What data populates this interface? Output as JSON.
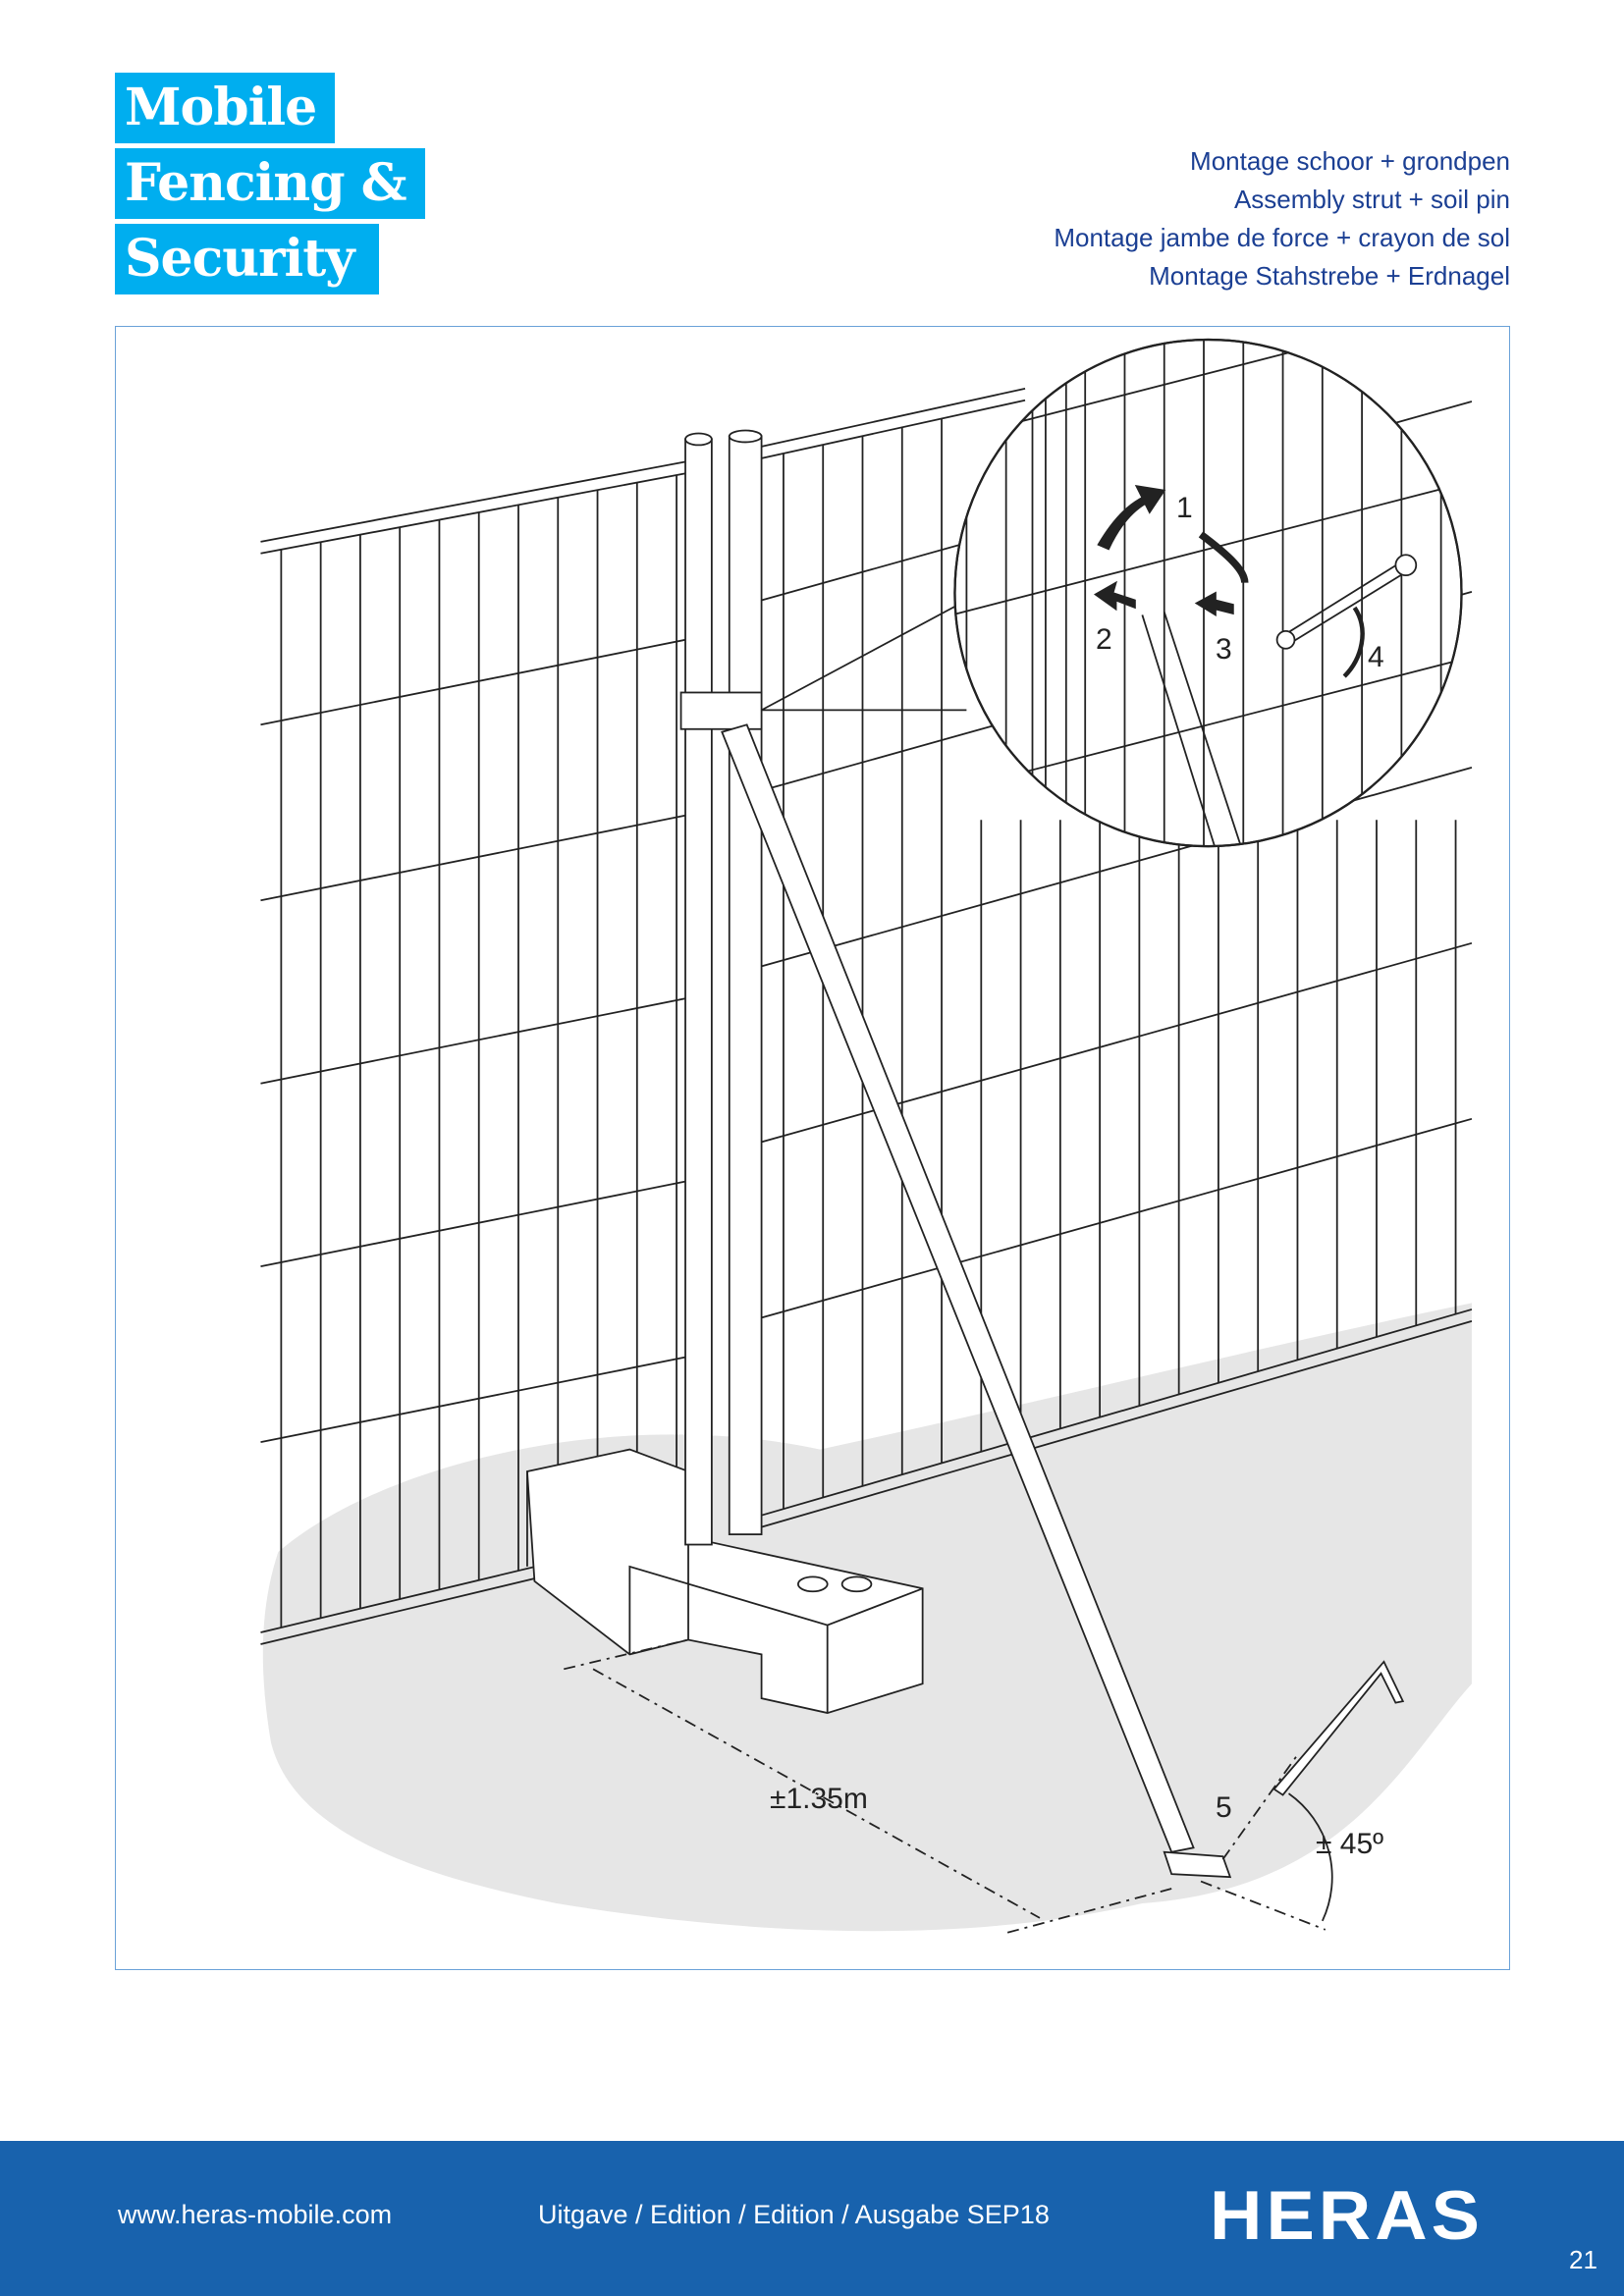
{
  "title": {
    "line1": "Mobile",
    "line2": "Fencing &",
    "line3": "Security"
  },
  "subtitle": [
    "Montage schoor + grondpen",
    "Assembly strut + soil pin",
    "Montage jambe de force + crayon de sol",
    "Montage Stahstrebe + Erdnagel"
  ],
  "illustration": {
    "steps": [
      "1",
      "2",
      "3",
      "4",
      "5"
    ],
    "distance_label": "±1.35m",
    "angle_label": "± 45º"
  },
  "footer": {
    "website": "www.heras-mobile.com",
    "edition": "Uitgave / Edition / Edition / Ausgabe SEP18",
    "logo": "HERAS",
    "page_number": "21"
  },
  "colors": {
    "title_bg": "#00aeef",
    "subtitle": "#1b3f93",
    "footer_bg": "#1862ad",
    "frame": "#6aa2d8"
  }
}
